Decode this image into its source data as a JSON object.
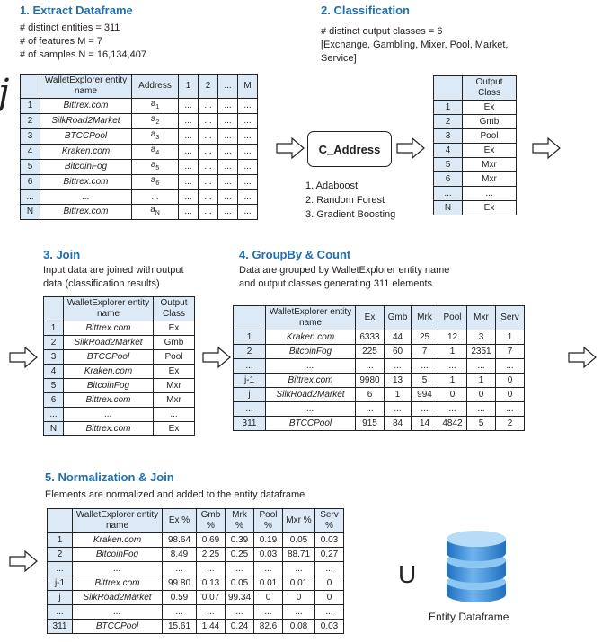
{
  "s1": {
    "title": "1. Extract Dataframe",
    "lines": [
      "# distinct entities = 311",
      "# of features M = 7",
      "# of samples N = 16,134,407"
    ],
    "glyph": "j",
    "headers": [
      "",
      "WalletExplorer entity name",
      "Address",
      "1",
      "2",
      "...",
      "M"
    ],
    "rows": [
      [
        "1",
        "Bittrex.com",
        "a1",
        "...",
        "...",
        "...",
        "..."
      ],
      [
        "2",
        "SilkRoad2Market",
        "a2",
        "...",
        "...",
        "...",
        "..."
      ],
      [
        "3",
        "BTCCPool",
        "a3",
        "...",
        "...",
        "...",
        "..."
      ],
      [
        "4",
        "Kraken.com",
        "a4",
        "...",
        "...",
        "...",
        "..."
      ],
      [
        "5",
        "BitcoinFog",
        "a5",
        "...",
        "...",
        "...",
        "..."
      ],
      [
        "6",
        "Bittrex.com",
        "a6",
        "...",
        "...",
        "...",
        "..."
      ],
      [
        "...",
        "...",
        "...",
        "...",
        "...",
        "...",
        "..."
      ],
      [
        "N",
        "Bittrex.com",
        "aN",
        "...",
        "...",
        "...",
        "..."
      ]
    ]
  },
  "s2": {
    "title": "2. Classification",
    "lines": [
      "# distinct output classes = 6",
      " [Exchange, Gambling, Mixer, Pool, Market,",
      "Service]"
    ],
    "box": "C_Address",
    "methods": [
      "1.  Adaboost",
      "2.  Random Forest",
      "3.  Gradient Boosting"
    ],
    "headers": [
      "",
      "Output Class"
    ],
    "rows": [
      [
        "1",
        "Ex"
      ],
      [
        "2",
        "Gmb"
      ],
      [
        "3",
        "Pool"
      ],
      [
        "4",
        "Ex"
      ],
      [
        "5",
        "Mxr"
      ],
      [
        "6",
        "Mxr"
      ],
      [
        "...",
        "..."
      ],
      [
        "N",
        "Ex"
      ]
    ]
  },
  "s3": {
    "title": "3. Join",
    "lines": [
      "Input data are joined with output",
      "data (classification results)"
    ],
    "headers": [
      "",
      "WalletExplorer entity name",
      "Output Class"
    ],
    "rows": [
      [
        "1",
        "Bittrex.com",
        "Ex"
      ],
      [
        "2",
        "SilkRoad2Market",
        "Gmb"
      ],
      [
        "3",
        "BTCCPool",
        "Pool"
      ],
      [
        "4",
        "Kraken.com",
        "Ex"
      ],
      [
        "5",
        "BitcoinFog",
        "Mxr"
      ],
      [
        "6",
        "Bittrex.com",
        "Mxr"
      ],
      [
        "...",
        "...",
        "..."
      ],
      [
        "N",
        "Bittrex.com",
        "Ex"
      ]
    ]
  },
  "s4": {
    "title": "4. GroupBy & Count",
    "lines": [
      "Data are grouped by WalletExplorer entity name",
      "and output classes generating 311 elements"
    ],
    "headers": [
      "",
      "WalletExplorer entity name",
      "Ex",
      "Gmb",
      "Mrk",
      "Pool",
      "Mxr",
      "Serv"
    ],
    "rows": [
      [
        "1",
        "Kraken.com",
        "6333",
        "44",
        "25",
        "12",
        "3",
        "1"
      ],
      [
        "2",
        "BitcoinFog",
        "225",
        "60",
        "7",
        "1",
        "2351",
        "7"
      ],
      [
        "...",
        "...",
        "...",
        "...",
        "...",
        "...",
        "...",
        "..."
      ],
      [
        "j-1",
        "Bittrex.com",
        "9980",
        "13",
        "5",
        "1",
        "1",
        "0"
      ],
      [
        "j",
        "SilkRoad2Market",
        "6",
        "1",
        "994",
        "0",
        "0",
        "0"
      ],
      [
        "...",
        "...",
        "...",
        "...",
        "...",
        "...",
        "...",
        "..."
      ],
      [
        "311",
        "BTCCPool",
        "915",
        "84",
        "14",
        "4842",
        "5",
        "2"
      ]
    ]
  },
  "s5": {
    "title": "5. Normalization & Join",
    "lines": [
      "Elements are normalized and added to the entity dataframe"
    ],
    "headers": [
      "",
      "WalletExplorer entity name",
      "Ex %",
      "Gmb %",
      "Mrk %",
      "Pool %",
      "Mxr %",
      "Serv %"
    ],
    "rows": [
      [
        "1",
        "Kraken.com",
        "98.64",
        "0.69",
        "0.39",
        "0.19",
        "0.05",
        "0.03"
      ],
      [
        "2",
        "BitcoinFog",
        "8.49",
        "2.25",
        "0.25",
        "0.03",
        "88.71",
        "0.27"
      ],
      [
        "...",
        "...",
        "...",
        "...",
        "...",
        "...",
        "...",
        "..."
      ],
      [
        "j-1",
        "Bittrex.com",
        "99.80",
        "0.13",
        "0.05",
        "0.01",
        "0.01",
        "0"
      ],
      [
        "j",
        "SilkRoad2Market",
        "0.59",
        "0.07",
        "99.34",
        "0",
        "0",
        "0"
      ],
      [
        "...",
        "...",
        "...",
        "...",
        "...",
        "...",
        "...",
        "..."
      ],
      [
        "311",
        "BTCCPool",
        "15.61",
        "1.44",
        "0.24",
        "82.6",
        "0.08",
        "0.03"
      ]
    ],
    "union": "U",
    "db_label": "Entity Dataframe"
  },
  "colors": {
    "title": "#1F6FB2",
    "header_fill": "#DCEAF7",
    "db": "#3C8FD8"
  }
}
